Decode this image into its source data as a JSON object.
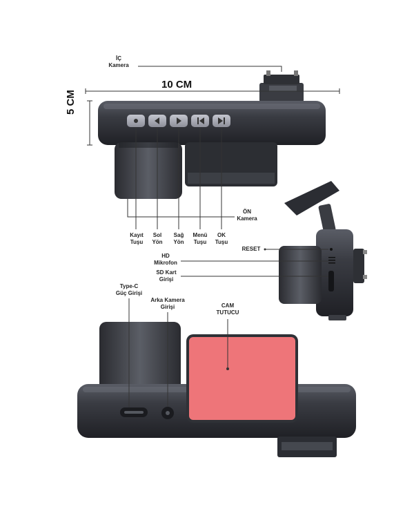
{
  "dimensions": {
    "width": "10 CM",
    "height": "5 CM"
  },
  "labels": {
    "ic_kamera": [
      "İÇ",
      "Kamera"
    ],
    "on_kamera": [
      "ÖN",
      "Kamera"
    ],
    "kayit": [
      "Kayıt",
      "Tuşu"
    ],
    "sol": [
      "Sol",
      "Yön"
    ],
    "sag": [
      "Sağ",
      "Yön"
    ],
    "menu": [
      "Menü",
      "Tuşu"
    ],
    "ok": [
      "OK",
      "Tuşu"
    ],
    "reset": "RESET",
    "hd_mic": [
      "HD",
      "Mikrofon"
    ],
    "sd_card": [
      "SD Kart",
      "Girişi"
    ],
    "typec": [
      "Type-C",
      "Güç Girişi"
    ],
    "rear_cam": [
      "Arka Kamera",
      "Girişi"
    ],
    "cam_tutucu": [
      "CAM",
      "TUTUCU"
    ]
  },
  "colors": {
    "body_dark": "#2b2d33",
    "body_mid": "#4a4d55",
    "button": "#a7a9b4",
    "pad": "#ee7579",
    "line": "#333333"
  }
}
